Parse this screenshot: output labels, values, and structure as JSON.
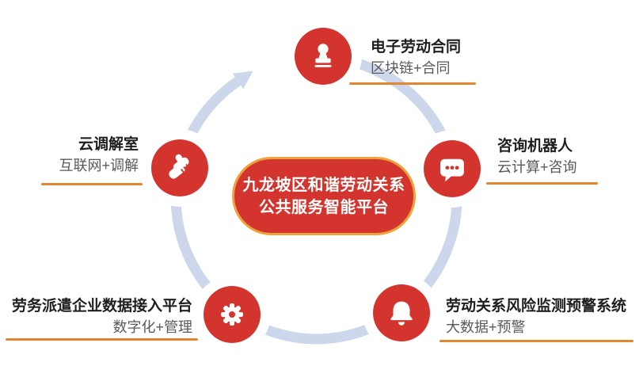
{
  "center": {
    "line1": "九龙坡区和谐劳动关系",
    "line2": "公共服务智能平台"
  },
  "nodes": [
    {
      "icon": "stamp-icon",
      "title": "电子劳动合同",
      "subtitle": "区块链+合同"
    },
    {
      "icon": "chat-robot-icon",
      "title": "咨询机器人",
      "subtitle": "云计算+咨询"
    },
    {
      "icon": "bell-icon",
      "title": "劳动关系风险监测预警系统",
      "subtitle": "大数据+预警"
    },
    {
      "icon": "gear-icon",
      "title": "劳务派遣企业数据接入平台",
      "subtitle": "数字化+管理"
    },
    {
      "icon": "handshake-icon",
      "title": "云调解室",
      "subtitle": "互联网+调解"
    }
  ],
  "colors": {
    "node_red": "#d3352e",
    "pill_border_gold": "#efa23b",
    "underline_orange": "#e2872f",
    "ring_blue": "#cdd7eb",
    "title_text": "#1e1e1e",
    "subtitle_text": "#5a5a5a"
  }
}
